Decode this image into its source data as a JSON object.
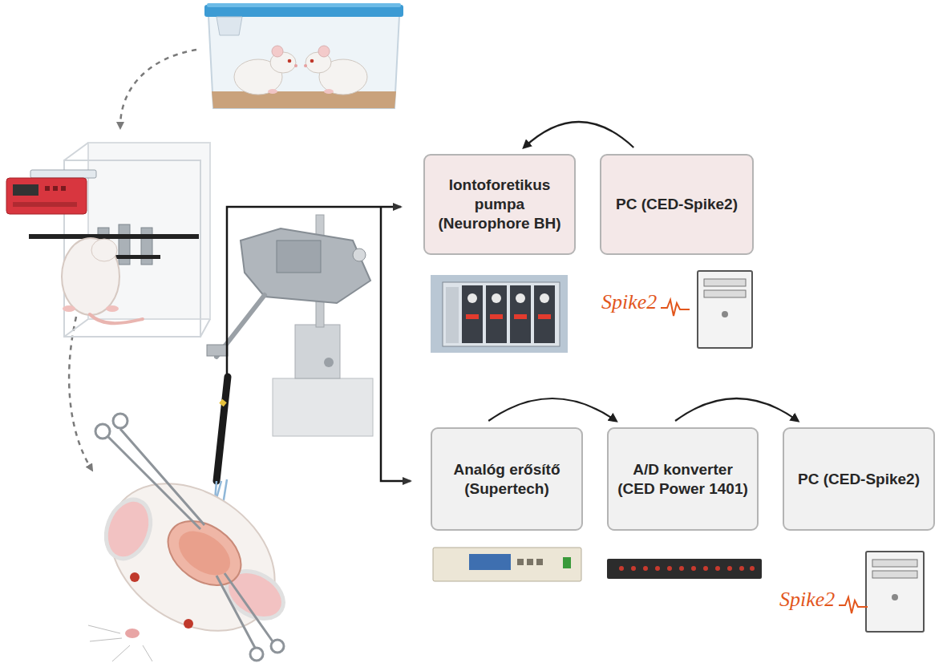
{
  "diagram": {
    "nodes": [
      {
        "text": [
          "Iontoforetikus pumpa (Neurophore BH)"
        ]
      },
      {
        "text": [
          "PC (CED-Spike2)"
        ]
      },
      {
        "text": [
          "Analóg erősítő (Supertech)"
        ]
      },
      {
        "text": [
          "A/D konverter (CED Power 1401)"
        ]
      },
      {
        "text": [
          "PC (CED-Spike2)"
        ]
      }
    ],
    "edges": [
      {
        "from": 1,
        "to": 0,
        "arrow": "to"
      },
      {
        "from": 2,
        "to": 3,
        "arrow": "to"
      },
      {
        "from": 3,
        "to": 4,
        "arrow": "to"
      }
    ],
    "labels": [
      "Spike2",
      "Spike2"
    ]
  }
}
